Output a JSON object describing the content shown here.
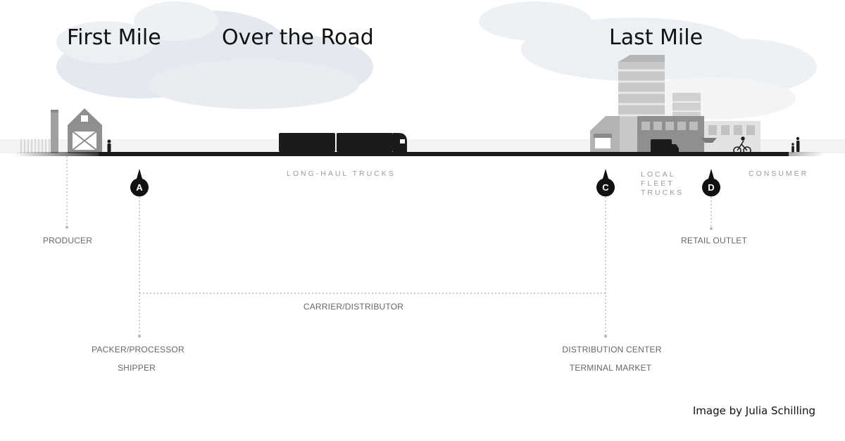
{
  "phases": {
    "first_mile": "First Mile",
    "over_the_road": "Over the Road",
    "last_mile": "Last Mile"
  },
  "road_labels": {
    "long_haul": "LONG-HAUL TRUCKS",
    "local_fleet": [
      "LOCAL",
      "FLEET",
      "TRUCKS"
    ],
    "consumer": "CONSUMER"
  },
  "markers": [
    "A",
    "C",
    "D"
  ],
  "stages": {
    "producer": "PRODUCER",
    "retail_outlet": "RETAIL OUTLET",
    "carrier": "CARRIER/DISTRIBUTOR",
    "packer": "PACKER/PROCESSOR",
    "shipper": "SHIPPER",
    "distribution_center": "DISTRIBUTION CENTER",
    "terminal_market": "TERMINAL MARKET"
  },
  "credit": "Image by Julia Schilling",
  "colors": {
    "road": "#1b1b1b",
    "building_light": "#c9c9c9",
    "building_dark": "#9b9b9b",
    "cloud": "#e3e8ee",
    "marker": "#111111",
    "label": "#666666"
  }
}
